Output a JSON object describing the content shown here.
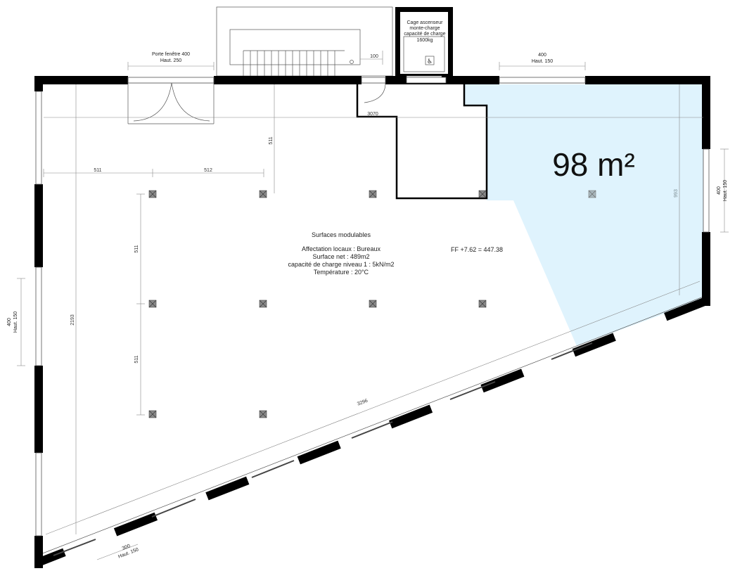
{
  "plan": {
    "highlight": {
      "area_label": "98 m²",
      "fill": "#dff3fd"
    },
    "center_block": {
      "title": "Surfaces modulables",
      "lines": [
        "Affectation locaux : Bureaux",
        "Surface net : 489m2",
        "capacité de charge niveau 1 : 5kN/m2",
        "Température : 20°C"
      ]
    },
    "level_label": "FF +7.62 = 447.38",
    "elevator": {
      "lines": [
        "Cage ascenseur",
        "monte-charge",
        "capacité de charge",
        "1600kg"
      ]
    },
    "openings": {
      "door_top": [
        "Porte fenêtre 400",
        "Haut. 250"
      ],
      "window_top_right": [
        "400",
        "Haut. 150"
      ],
      "window_right": [
        "400",
        "Haut. 150"
      ],
      "window_left": [
        "400",
        "Haut. 150"
      ],
      "window_bottom": [
        "300",
        "Haut. 150"
      ]
    },
    "dimensions": {
      "stair_door": "100",
      "partition": "3070",
      "vertical_top": "511",
      "grid_x1": "511",
      "grid_x2": "512",
      "grid_y1": "511",
      "grid_y2": "511",
      "overall_height": "2193",
      "right_height": "993",
      "diagonal": "3296"
    },
    "colors": {
      "wall": "#000000",
      "highlight": "#dff3fd",
      "column": "#8a8a8a"
    }
  }
}
